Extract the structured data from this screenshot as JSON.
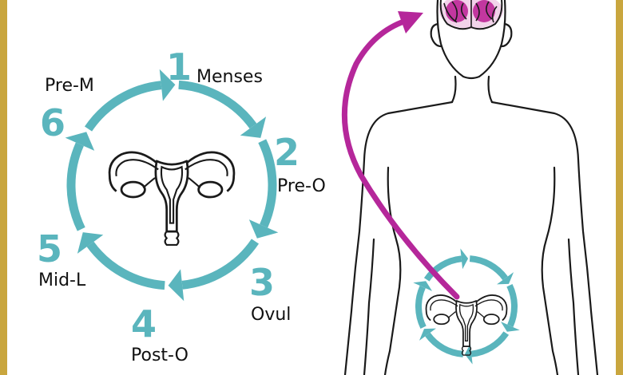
{
  "colors": {
    "frame": "#c9a63e",
    "cycle": "#5ab5bd",
    "arrow": "#b5279a",
    "brain_glow": "#c2379f",
    "outline": "#1a1a1a"
  },
  "phases": [
    {
      "number": "1",
      "label": "Menses"
    },
    {
      "number": "2",
      "label": "Pre-O"
    },
    {
      "number": "3",
      "label": "Ovul"
    },
    {
      "number": "4",
      "label": "Post-O"
    },
    {
      "number": "5",
      "label": "Mid-L"
    },
    {
      "number": "6",
      "label": "Pre-M"
    }
  ],
  "icons": {
    "uterus": "uterus-icon",
    "brain": "brain-icon",
    "body": "human-body-outline",
    "signal_arrow": "curved-arrow"
  }
}
